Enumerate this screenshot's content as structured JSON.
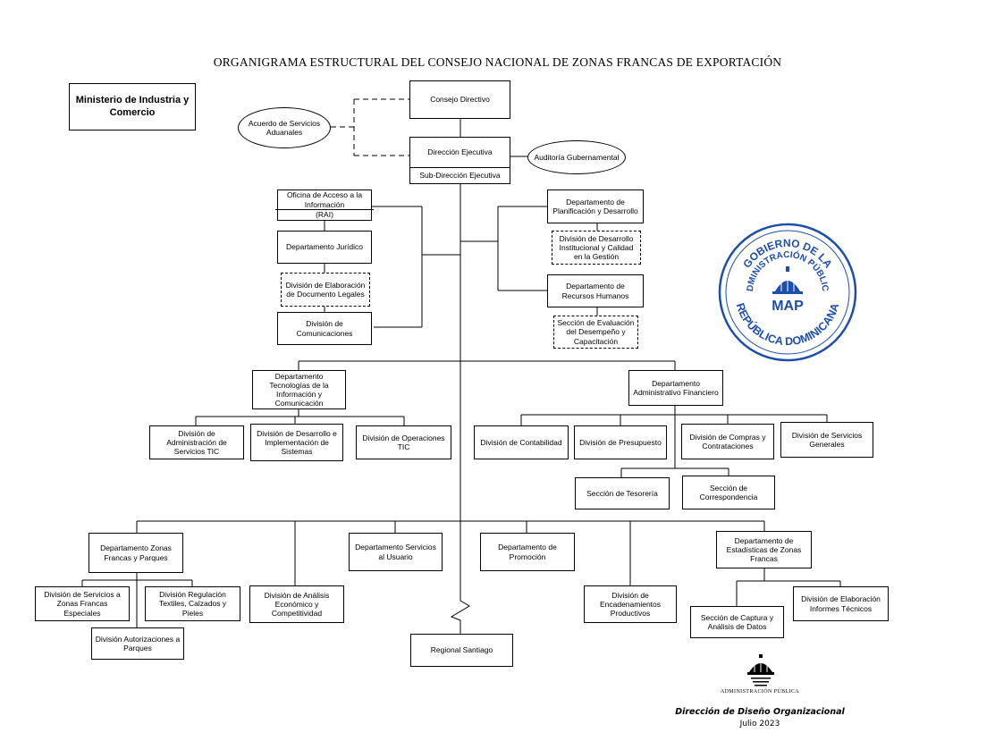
{
  "title": "ORGANIGRAMA ESTRUCTURAL DEL CONSEJO NACIONAL DE ZONAS FRANCAS DE EXPORTACIÓN",
  "ministerio": "Ministerio de Industria y Comercio",
  "consejo": "Consejo Directivo",
  "acuerdo": "Acuerdo de Servicios Aduanales",
  "direccion": "Dirección Ejecutiva",
  "subdireccion": "Sub-Dirección Ejecutiva",
  "auditoria": "Auditoría Gubernamental",
  "oai_top": "Oficina de Acceso a la Información",
  "oai_bottom": "(RAI)",
  "juridico": "Departamento Jurídico",
  "div_legales": "División de Elaboración de Documento Legales",
  "div_comunicaciones": "División de Comunicaciones",
  "planificacion": "Departamento de Planificación y Desarrollo",
  "div_calidad": "División de Desarrollo Institucional y Calidad en la Gestión",
  "rrhh": "Departamento de Recursos Humanos",
  "sec_evaluacion": "Sección de Evaluación del Desempeño y Capacitación",
  "tic": "Departamento Tecnologías de la Información y Comunicación",
  "div_admin_tic": "División de Administración de Servicios TIC",
  "div_des_sistemas": "División de Desarrollo e Implementación de Sistemas",
  "div_op_tic": "División de Operaciones TIC",
  "adm_fin": "Departamento Administrativo Financiero",
  "div_contabilidad": "División de Contabilidad",
  "div_presupuesto": "División de Presupuesto",
  "div_compras": "División de Compras y Contrataciones",
  "div_servicios_gen": "División de Servicios Generales",
  "sec_tesoreria": "Sección de Tesorería",
  "sec_correspondencia": "Sección de Correspondencia",
  "zonas_parques": "Departamento Zonas Francas y Parques",
  "div_serv_zf": "División de Servicios a Zonas Francas Especiales",
  "div_regulacion": "División Regulación Textiles, Calzados y Pieles",
  "div_autorizaciones": "División Autorizaciones a Parques",
  "div_analisis": "División de Análisis Económico y Competitividad",
  "serv_usuario": "Departamento Servicios al Usuario",
  "promocion": "Departamento de Promoción",
  "div_encadenamientos": "División de Encadenamientos Productivos",
  "estadisticas": "Departamento de Estadísticas de Zonas Francas",
  "sec_captura": "Sección de Captura y Análisis de Datos",
  "div_informes": "División de Elaboración Informes Técnicos",
  "regional": "Regional Santiago",
  "stamp": {
    "top": "GOBIERNO DE LA",
    "middle": "ADMINISTRACIÓN PÚBLICA",
    "bottom": "REPÚBLICA DOMINICANA",
    "center": "MAP",
    "color": "#1d4fa8"
  },
  "logo_label": "ADMINISTRACIÓN PÚBLICA",
  "footer_office": "Dirección de Diseño Organizacional",
  "footer_date": "Julio 2023"
}
